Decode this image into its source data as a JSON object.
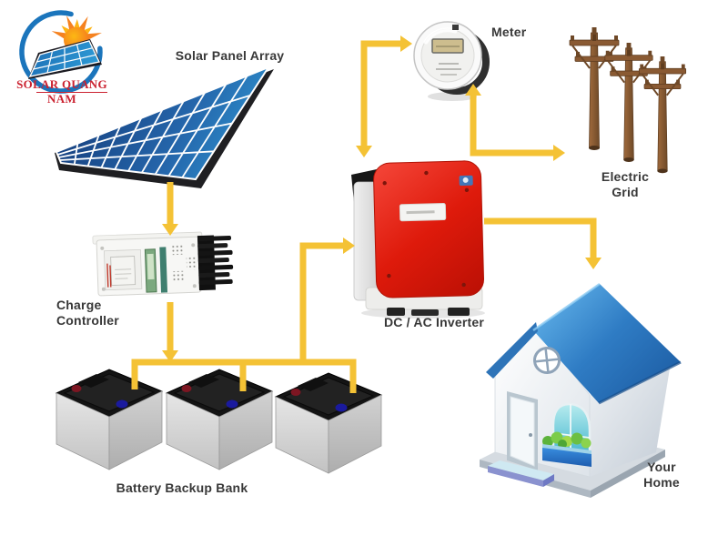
{
  "logo": {
    "text": "SOLAR QUANG NAM"
  },
  "components": {
    "solar_panel": {
      "label": "Solar Panel Array",
      "cols": 10,
      "rows": 4
    },
    "charge_controller": {
      "label_line1": "Charge",
      "label_line2": "Controller"
    },
    "battery_bank": {
      "label": "Battery Backup Bank",
      "battery_count": 3
    },
    "inverter": {
      "label": "DC / AC Inverter"
    },
    "meter": {
      "label": "Meter"
    },
    "electric_grid": {
      "label_line1": "Electric",
      "label_line2": "Grid",
      "pole_count": 3
    },
    "home": {
      "label_line1": "Your",
      "label_line2": "Home"
    }
  },
  "connections": [
    {
      "from": "solar-panel-array",
      "to": "charge-controller"
    },
    {
      "from": "charge-controller",
      "to": "battery-backup-bank"
    },
    {
      "from": "battery-backup-bank",
      "to": "dc-ac-inverter"
    },
    {
      "from": "dc-ac-inverter",
      "to": "meter",
      "bidirectional": true
    },
    {
      "from": "meter",
      "to": "electric-grid",
      "bidirectional": true
    },
    {
      "from": "dc-ac-inverter",
      "to": "your-home"
    }
  ],
  "colors": {
    "arrow_yellow": "#F4C235",
    "inverter_red": "#D91508",
    "panel_blue": "#2E8FD0",
    "roof_blue": "#2E7CC0",
    "pole_brown": "#8A5A33",
    "logo_blue": "#1B75BC",
    "logo_red": "#CB2230",
    "label_text": "#383838",
    "battery_black": "#141414"
  }
}
